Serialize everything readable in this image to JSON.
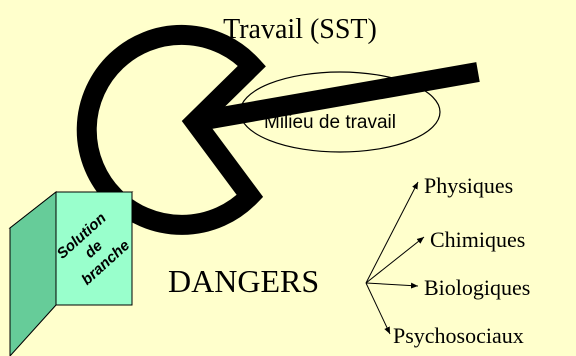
{
  "diagram": {
    "title": "Travail (SST)",
    "ellipse_label": "Milieu de travail",
    "box_label_lines": [
      "Solution",
      "de",
      "branche"
    ],
    "center_label": "DANGERS",
    "branches": [
      "Physiques",
      "Chimiques",
      "Biologiques",
      "Psychosociaux"
    ]
  },
  "colors": {
    "background": "#ffffcc",
    "pacman_stroke": "#000000",
    "box_front": "#99ffcc",
    "box_side": "#66cc99",
    "box_top": "#ccffe6",
    "text": "#000000"
  }
}
